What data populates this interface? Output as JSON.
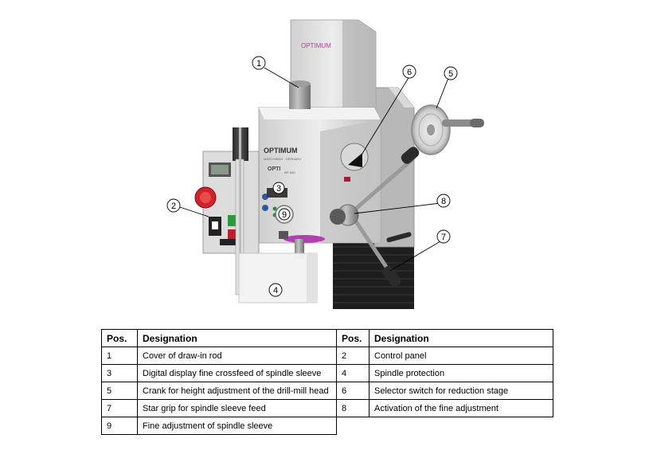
{
  "figure": {
    "brand_top": "OPTIMUM",
    "brand_head": "OPTIMUM",
    "brand_tagline": "MASCHINEN · GERMANY",
    "model_label": "OPTI",
    "model_sub": "MF 500",
    "callouts": [
      "1",
      "2",
      "3",
      "4",
      "5",
      "6",
      "7",
      "8",
      "9"
    ]
  },
  "table": {
    "headers": {
      "pos": "Pos.",
      "designation": "Designation"
    },
    "rows": [
      {
        "pos_a": "1",
        "des_a": "Cover of draw-in rod",
        "pos_b": "2",
        "des_b": "Control panel"
      },
      {
        "pos_a": "3",
        "des_a": "Digital display fine crossfeed of spindle sleeve",
        "pos_b": "4",
        "des_b": "Spindle protection"
      },
      {
        "pos_a": "5",
        "des_a": "Crank for height adjustment of the drill-mill head",
        "pos_b": "6",
        "des_b": "Selector switch for reduction stage"
      },
      {
        "pos_a": "7",
        "des_a": "Star grip for spindle sleeve feed",
        "pos_b": "8",
        "des_b": "Activation of the fine adjustment"
      },
      {
        "pos_a": "9",
        "des_a": "Fine adjustment of spindle sleeve"
      }
    ]
  }
}
